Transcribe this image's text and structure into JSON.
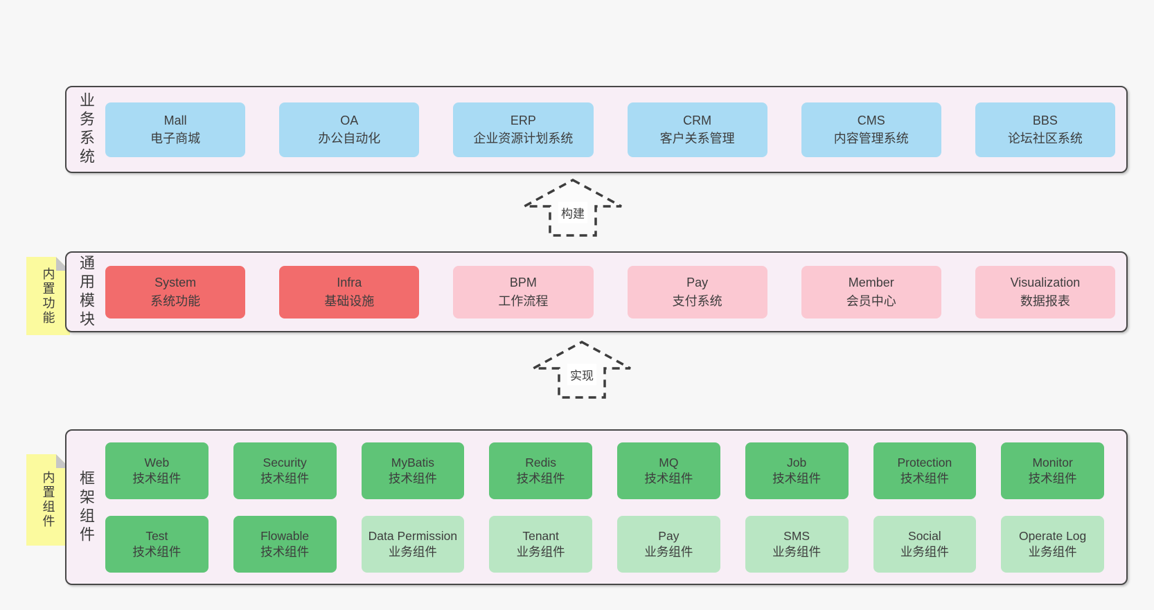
{
  "colors": {
    "page_bg": "#f7f7f7",
    "panel_bg": "#f8eef6",
    "panel_border": "#474747",
    "blue": "#a9dbf4",
    "red": "#f26c6c",
    "pink": "#fbc8d2",
    "green": "#5fc477",
    "light_green": "#b9e6c3",
    "sticky_yellow": "#fbfa9e",
    "text": "#3b3b3b"
  },
  "arrows": [
    {
      "label": "构建"
    },
    {
      "label": "实现"
    }
  ],
  "sections": [
    {
      "id": "business-systems",
      "label": "业务系统",
      "boxes": [
        {
          "name": "Mall",
          "desc": "电子商城",
          "type": "blue"
        },
        {
          "name": "OA",
          "desc": "办公自动化",
          "type": "blue"
        },
        {
          "name": "ERP",
          "desc": "企业资源计划系统",
          "type": "blue"
        },
        {
          "name": "CRM",
          "desc": "客户关系管理",
          "type": "blue"
        },
        {
          "name": "CMS",
          "desc": "内容管理系统",
          "type": "blue"
        },
        {
          "name": "BBS",
          "desc": "论坛社区系统",
          "type": "blue"
        }
      ]
    },
    {
      "id": "common-modules",
      "label": "通用模块",
      "sticky": "内置功能",
      "boxes": [
        {
          "name": "System",
          "desc": "系统功能",
          "type": "red"
        },
        {
          "name": "Infra",
          "desc": "基础设施",
          "type": "red"
        },
        {
          "name": "BPM",
          "desc": "工作流程",
          "type": "pink"
        },
        {
          "name": "Pay",
          "desc": "支付系统",
          "type": "pink"
        },
        {
          "name": "Member",
          "desc": "会员中心",
          "type": "pink"
        },
        {
          "name": "Visualization",
          "desc": "数据报表",
          "type": "pink"
        }
      ]
    },
    {
      "id": "framework-components",
      "label": "框架组件",
      "sticky": "内置组件",
      "rows": [
        [
          {
            "name": "Web",
            "desc": "技术组件",
            "type": "green"
          },
          {
            "name": "Security",
            "desc": "技术组件",
            "type": "green"
          },
          {
            "name": "MyBatis",
            "desc": "技术组件",
            "type": "green"
          },
          {
            "name": "Redis",
            "desc": "技术组件",
            "type": "green"
          },
          {
            "name": "MQ",
            "desc": "技术组件",
            "type": "green"
          },
          {
            "name": "Job",
            "desc": "技术组件",
            "type": "green"
          },
          {
            "name": "Protection",
            "desc": "技术组件",
            "type": "green"
          },
          {
            "name": "Monitor",
            "desc": "技术组件",
            "type": "green"
          }
        ],
        [
          {
            "name": "Test",
            "desc": "技术组件",
            "type": "green"
          },
          {
            "name": "Flowable",
            "desc": "技术组件",
            "type": "green"
          },
          {
            "name": "Data Permission",
            "desc": "业务组件",
            "type": "lightgreen"
          },
          {
            "name": "Tenant",
            "desc": "业务组件",
            "type": "lightgreen"
          },
          {
            "name": "Pay",
            "desc": "业务组件",
            "type": "lightgreen"
          },
          {
            "name": "SMS",
            "desc": "业务组件",
            "type": "lightgreen"
          },
          {
            "name": "Social",
            "desc": "业务组件",
            "type": "lightgreen"
          },
          {
            "name": "Operate Log",
            "desc": "业务组件",
            "type": "lightgreen"
          }
        ]
      ]
    }
  ]
}
